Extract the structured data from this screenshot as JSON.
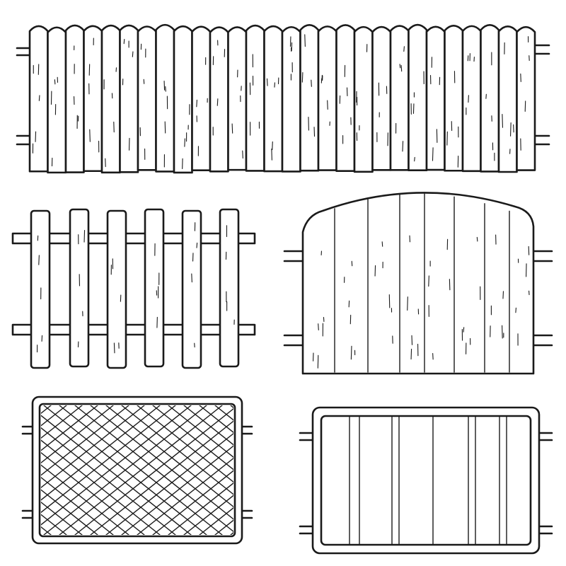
{
  "illustration": {
    "background": "#ffffff",
    "ink": "#1a1a1a",
    "fences": [
      {
        "kind": "picket-solid-wide",
        "planks": 28
      },
      {
        "kind": "picket-spaced",
        "planks": 6
      },
      {
        "kind": "arched-board-panel",
        "planks": 7
      },
      {
        "kind": "chain-link-mesh-panel",
        "planks": 0
      },
      {
        "kind": "vertical-bar-panel",
        "planks": 6
      }
    ]
  }
}
